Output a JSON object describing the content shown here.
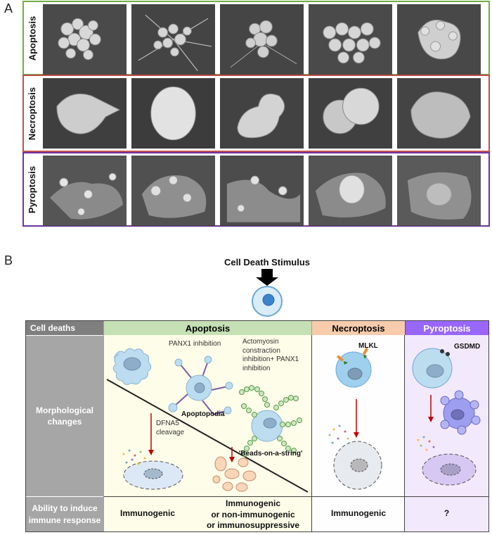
{
  "panel_a": {
    "letter": "A",
    "rows": [
      {
        "label": "Apoptosis",
        "color": "#70ad47"
      },
      {
        "label": "Necroptosis",
        "color": "#c0504d"
      },
      {
        "label": "Pyroptosis",
        "color": "#7030a0"
      }
    ]
  },
  "panel_b": {
    "letter": "B",
    "stimulus": "Cell Death Stimulus",
    "headers": {
      "cell_deaths": "Cell deaths",
      "apoptosis": "Apoptosis",
      "necroptosis": "Necroptosis",
      "pyroptosis": "Pyroptosis"
    },
    "colors": {
      "apoptosis_header": "#c5e0b4",
      "apoptosis_body": "#fdfde9",
      "necroptosis_header": "#f8cbad",
      "necroptosis_body": "#fefefe",
      "pyroptosis_header": "#9966ff",
      "pyroptosis_body": "#f3e9fc",
      "label_cell": "#a6a6a6",
      "cell_fill": "#bcdcf0",
      "nucleus_fill": "#8caec8",
      "arrow": "#c00000"
    },
    "row_labels": {
      "morphology": "Morphological changes",
      "immune": "Ability to induce immune response"
    },
    "annotations": {
      "panx1": "PANX1 inhibition",
      "actomyosin": "Actomyosin constraction inhibition+ PANX1 inhibition",
      "apoptopodia": "Apoptopodia",
      "dfna5": "DFNA5 cleavage",
      "beads": "'Beads-on-a-string'",
      "mlkl": "MLKL",
      "gsdmd": "GSDMD"
    },
    "immune": {
      "apoptosis_left": "Immunogenic",
      "apoptosis_right_1": "Immunogenic",
      "apoptosis_right_2": "or non-immunogenic",
      "apoptosis_right_3": "or immunosuppressive",
      "necroptosis": "Immunogenic",
      "pyroptosis": "?"
    }
  }
}
